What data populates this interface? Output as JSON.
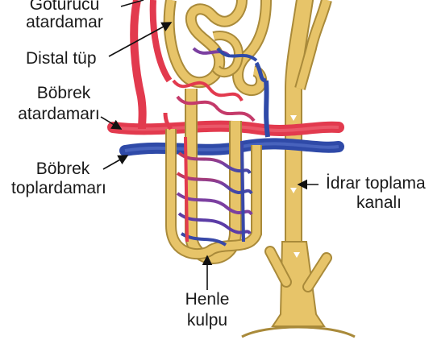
{
  "colors": {
    "artery": "#e23a4e",
    "vein": "#2f4aa8",
    "tubule": "#e7c469",
    "tubule_outline": "#a98a3a",
    "capillary_mix": "#7b3fa0"
  },
  "labels": {
    "efferent_line1": "Götürücü",
    "efferent_line2": "atardamar",
    "distal": "Distal tüp",
    "renal_artery_line1": "Böbrek",
    "renal_artery_line2": "atardamarı",
    "renal_vein_line1": "Böbrek",
    "renal_vein_line2": "toplardamarı",
    "collecting_line1": "İdrar toplama",
    "collecting_line2": "kanalı",
    "henle_line1": "Henle",
    "henle_line2": "kulpu"
  }
}
